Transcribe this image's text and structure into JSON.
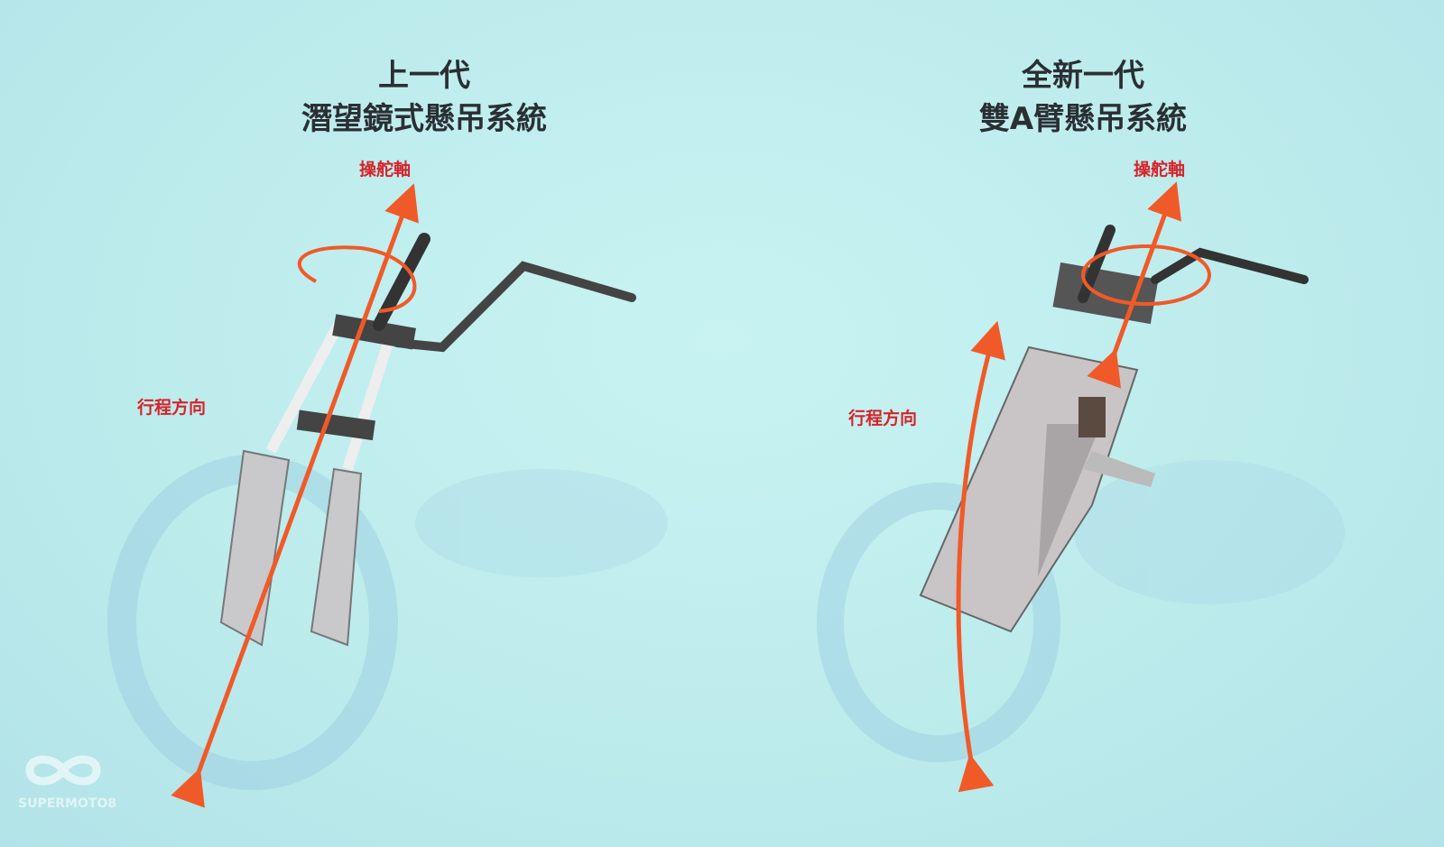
{
  "left_panel": {
    "title_line1": "上一代",
    "title_line2": "潛望鏡式懸吊系統",
    "steering_axis_label": "操舵軸",
    "travel_direction_label": "行程方向"
  },
  "right_panel": {
    "title_line1": "全新一代",
    "title_line2": "雙A臂懸吊系統",
    "steering_axis_label": "操舵軸",
    "travel_direction_label": "行程方向"
  },
  "watermark": {
    "text": "SUPERMOTO8"
  },
  "colors": {
    "background": "#bfeeee",
    "arrow": "#f05a28",
    "label": "#d8232a",
    "title": "#2a2f33"
  }
}
